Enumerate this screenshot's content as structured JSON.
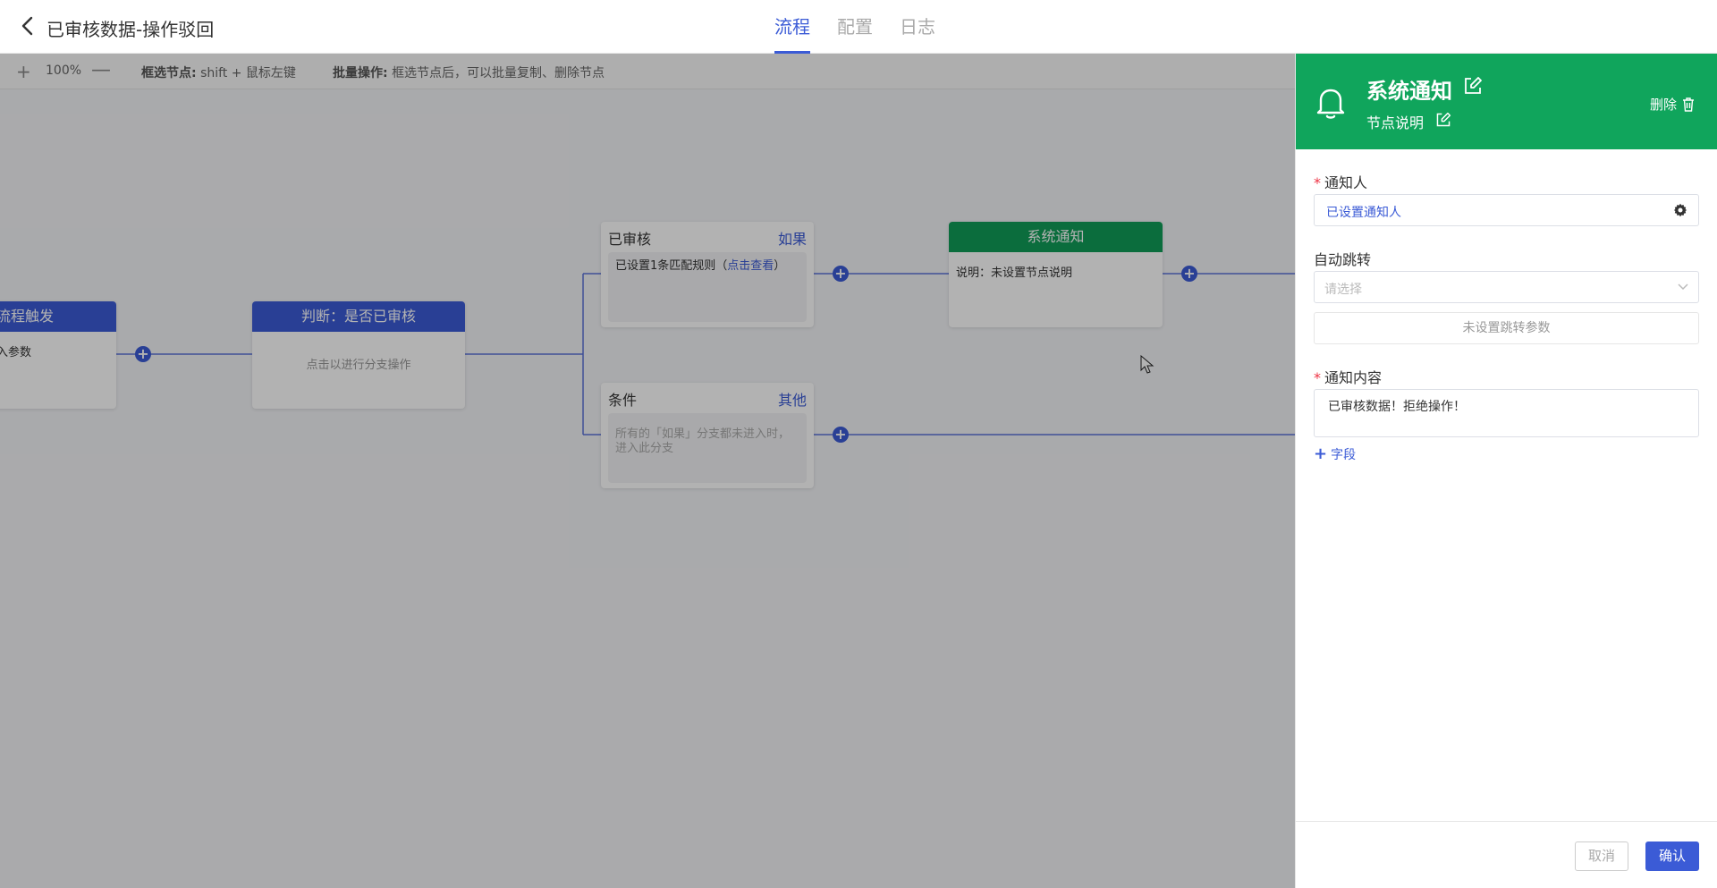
{
  "header": {
    "title": "已审核数据-操作驳回",
    "tabs": [
      {
        "label": "流程",
        "active": true
      },
      {
        "label": "配置",
        "active": false
      },
      {
        "label": "日志",
        "active": false
      }
    ]
  },
  "toolbar": {
    "zoom": "100%",
    "tip_select_label": "框选节点:",
    "tip_select_text": "shift + 鼠标左键",
    "tip_batch_label": "批量操作:",
    "tip_batch_text": "框选节点后，可以批量复制、删除节点"
  },
  "canvas": {
    "trigger_node": {
      "title": "流程触发",
      "body": "入参数"
    },
    "judge_node": {
      "title": "判断：是否已审核",
      "body": "点击以进行分支操作"
    },
    "branch_if": {
      "name": "已审核",
      "tag": "如果",
      "body_prefix": "已设置1条匹配规则（",
      "body_link": "点击查看",
      "body_suffix": "）"
    },
    "branch_else": {
      "name": "条件",
      "tag": "其他",
      "body": "所有的「如果」分支都未进入时，进入此分支"
    },
    "notify_node": {
      "title": "系统通知",
      "body": "说明：未设置节点说明"
    }
  },
  "panel": {
    "title": "系统通知",
    "subtitle": "节点说明",
    "delete_label": "删除",
    "header_color": "#10a55c",
    "recipients": {
      "label": "通知人",
      "value": "已设置通知人"
    },
    "auto_jump": {
      "label": "自动跳转",
      "placeholder": "请选择",
      "param_button": "未设置跳转参数"
    },
    "content": {
      "label": "通知内容",
      "value": "已审核数据！拒绝操作！",
      "add_field": "字段"
    },
    "cancel_label": "取消",
    "confirm_label": "确认"
  },
  "colors": {
    "primary": "#3b5bd6",
    "success": "#109d58"
  }
}
